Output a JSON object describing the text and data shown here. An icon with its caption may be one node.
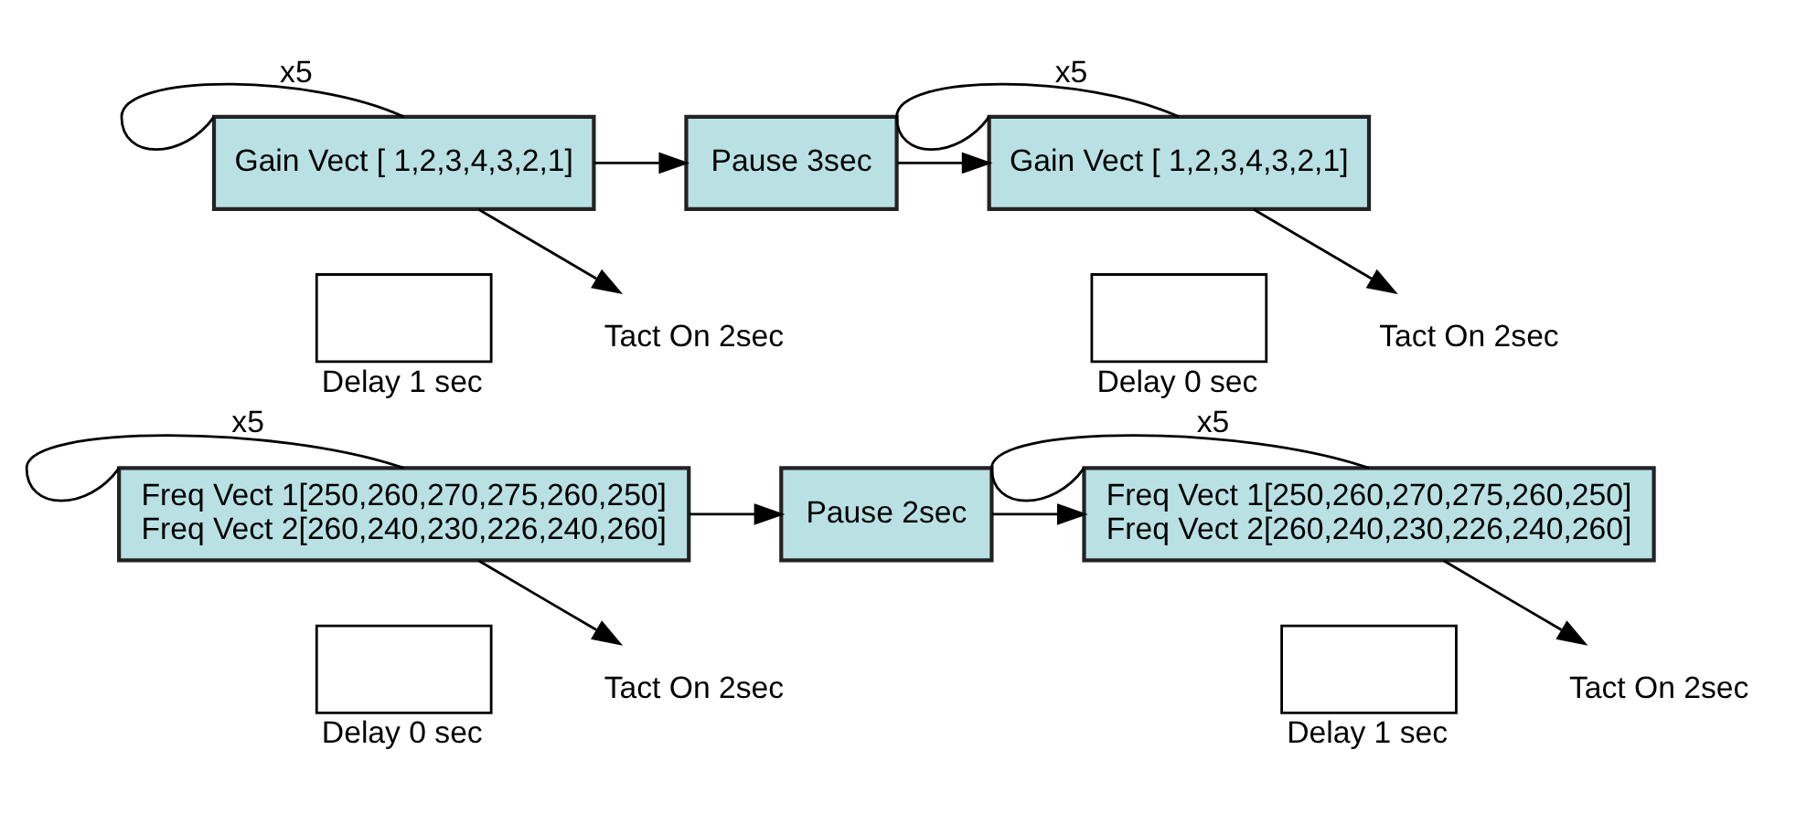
{
  "diagram": {
    "nodes": [
      {
        "text": [
          "Gain Vect [ 1,2,3,4,3,2,1]"
        ]
      },
      {
        "text": [],
        "shape": "box",
        "beside": [
          "Delay 1 sec"
        ]
      },
      {
        "text": [
          "Tact On 2sec"
        ]
      },
      {
        "text": [
          "Pause 3sec"
        ]
      },
      {
        "text": [
          "Gain Vect [ 1,2,3,4,3,2,1]"
        ]
      },
      {
        "text": [],
        "shape": "box",
        "beside": [
          "Delay 0 sec"
        ]
      },
      {
        "text": [
          "Tact On 2sec"
        ]
      },
      {
        "text": [
          "Freq Vect 1[250,260,270,275,260,250]",
          "Freq Vect 2[260,240,230,226,240,260]"
        ]
      },
      {
        "text": [],
        "shape": "box",
        "beside": [
          "Delay 0 sec"
        ]
      },
      {
        "text": [
          "Tact On 2sec"
        ]
      },
      {
        "text": [
          "Pause 2sec"
        ]
      },
      {
        "text": [
          "Freq Vect 1[250,260,270,275,260,250]",
          "Freq Vect 2[260,240,230,226,240,260]"
        ]
      },
      {
        "text": [],
        "shape": "box",
        "beside": [
          "Delay 1 sec"
        ]
      },
      {
        "text": [
          "Tact On 2sec"
        ]
      }
    ],
    "edges": [
      {
        "from": 0,
        "to": 0,
        "arrow": "none",
        "label": "x5"
      },
      {
        "from": 0,
        "to": 2,
        "arrow": "to"
      },
      {
        "from": 0,
        "to": 3,
        "arrow": "to"
      },
      {
        "from": 3,
        "to": 4,
        "arrow": "to"
      },
      {
        "from": 4,
        "to": 4,
        "arrow": "none",
        "label": "x5"
      },
      {
        "from": 4,
        "to": 6,
        "arrow": "to"
      },
      {
        "from": 7,
        "to": 7,
        "arrow": "none",
        "label": "x5"
      },
      {
        "from": 7,
        "to": 9,
        "arrow": "to"
      },
      {
        "from": 7,
        "to": 10,
        "arrow": "to"
      },
      {
        "from": 10,
        "to": 11,
        "arrow": "to"
      },
      {
        "from": 11,
        "to": 11,
        "arrow": "none",
        "label": "x5"
      },
      {
        "from": 11,
        "to": 13,
        "arrow": "to"
      }
    ]
  }
}
